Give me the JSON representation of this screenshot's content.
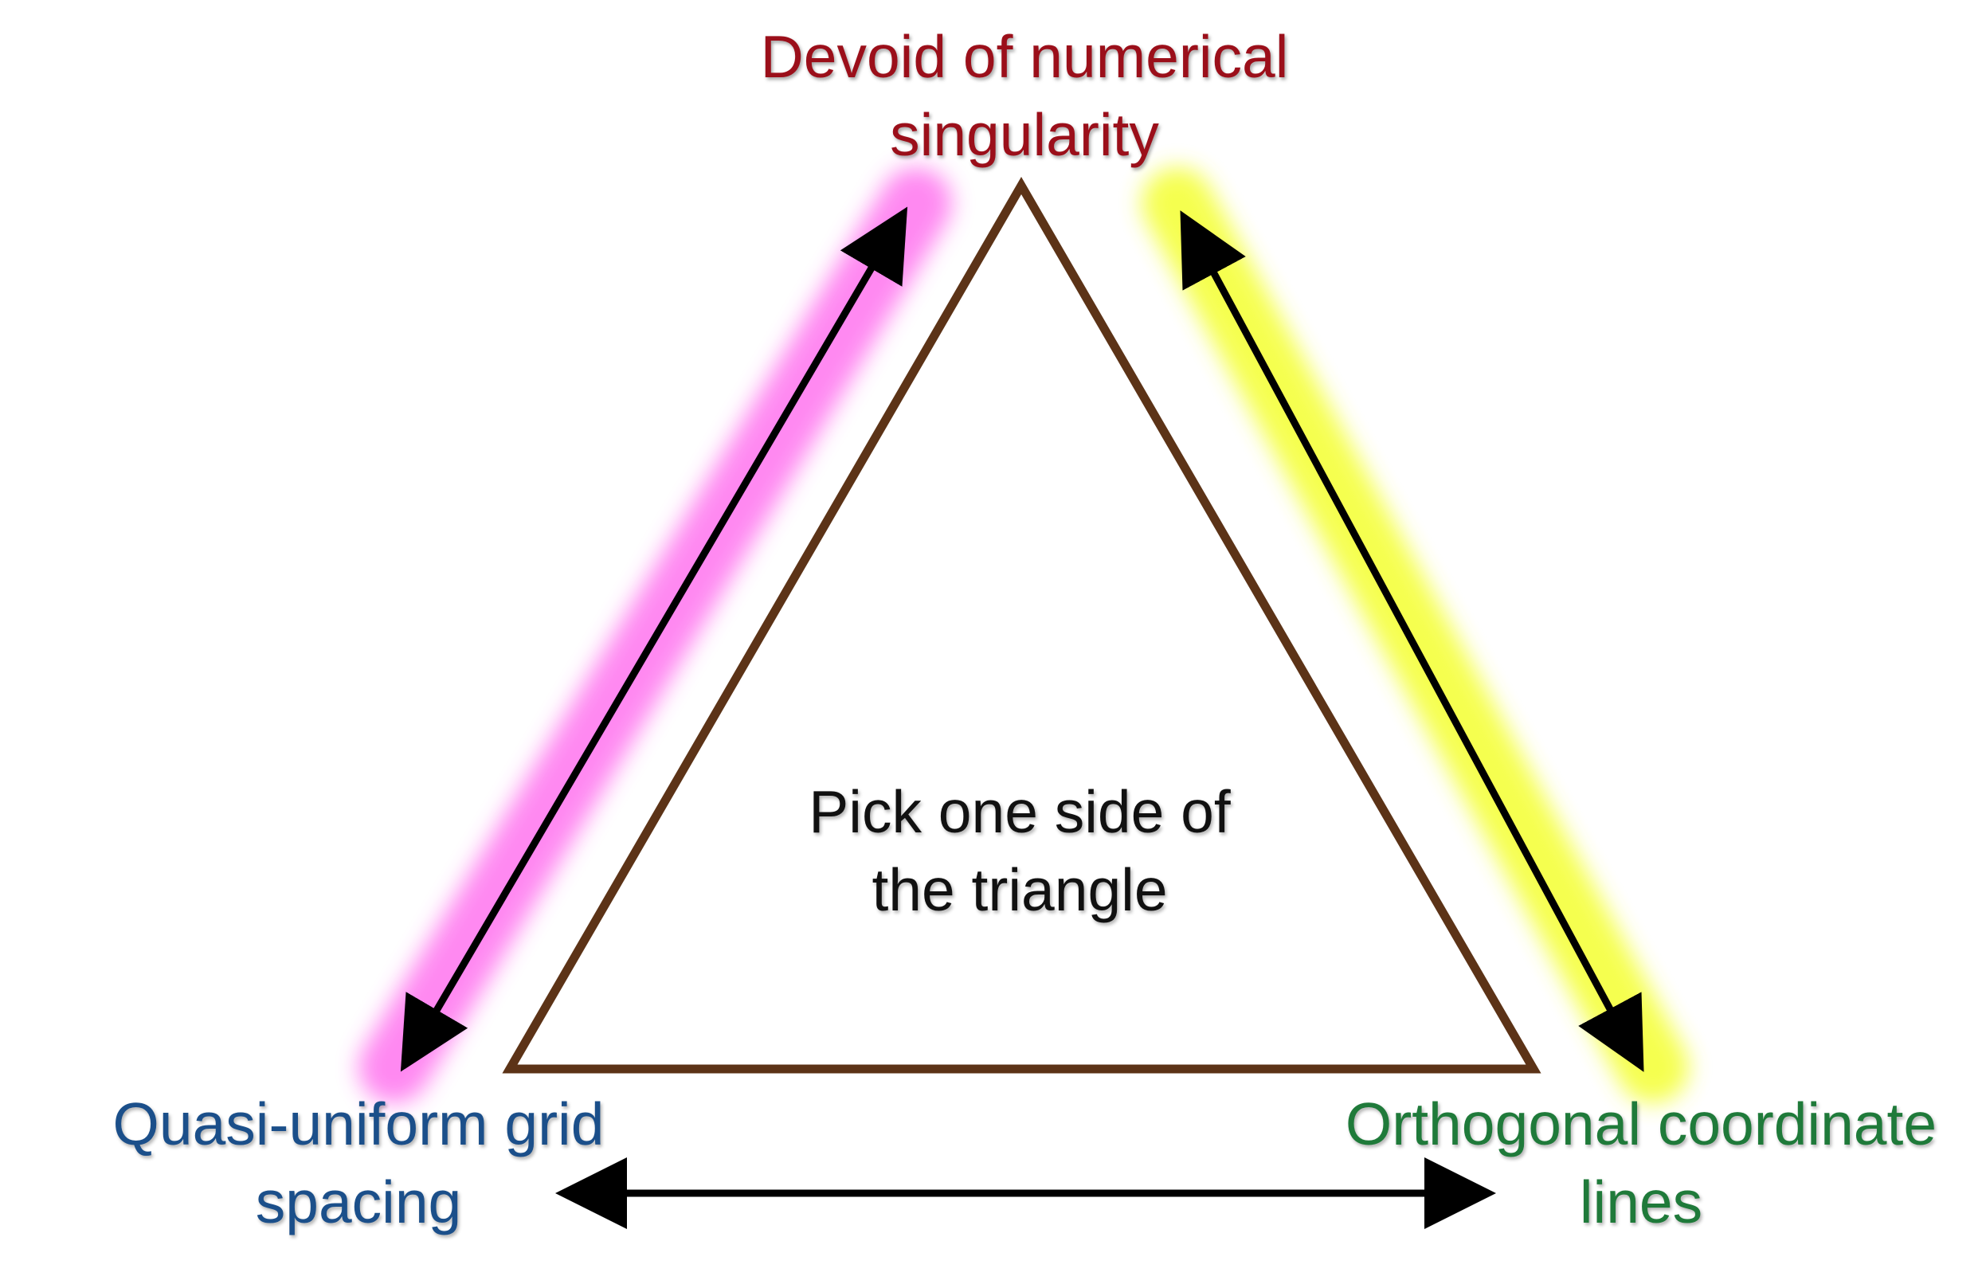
{
  "diagram": {
    "top_vertex": {
      "lines": [
        "Devoid of numerical",
        "singularity"
      ],
      "color": "#9b0f1a"
    },
    "left_vertex": {
      "lines": [
        "Quasi-uniform grid",
        "spacing"
      ],
      "color": "#1b4f8a"
    },
    "right_vertex": {
      "lines": [
        "Orthogonal coordinate",
        "lines"
      ],
      "color": "#1f7a3a"
    },
    "center": {
      "lines": [
        "Pick one side of",
        "the triangle"
      ],
      "color": "#111111"
    },
    "triangle_color": "#5c3317",
    "arrow_color": "#000000",
    "side_glows": {
      "left_side": "#ff7df0",
      "right_side": "#f4ff3d",
      "bottom_side": "#5fe6f5"
    }
  }
}
